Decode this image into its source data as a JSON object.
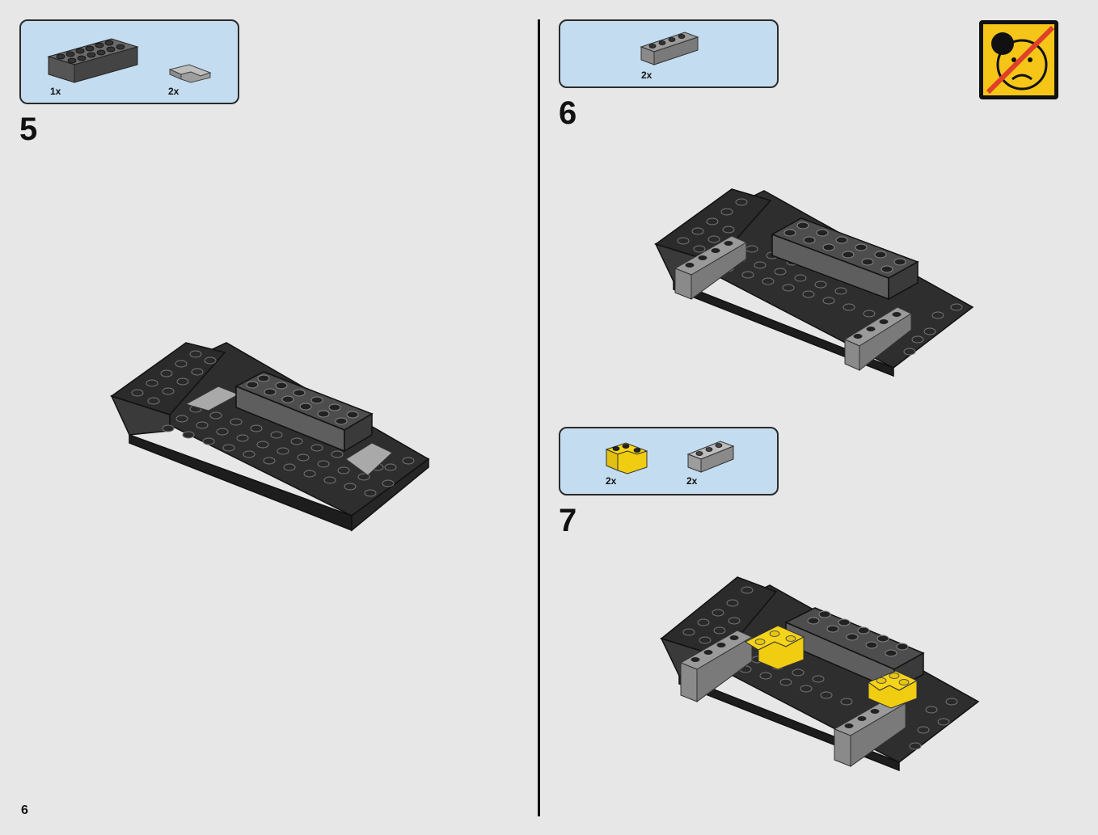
{
  "page_number": "6",
  "steps": [
    {
      "number": "5",
      "parts": [
        {
          "name": "dark-grey-brick-2x6",
          "qty": "1x"
        },
        {
          "name": "light-grey-corner-plate",
          "qty": "2x"
        }
      ]
    },
    {
      "number": "6",
      "parts": [
        {
          "name": "light-grey-brick-1x4",
          "qty": "2x"
        }
      ]
    },
    {
      "number": "7",
      "parts": [
        {
          "name": "yellow-corner-brick",
          "qty": "2x"
        },
        {
          "name": "light-grey-brick-1x3",
          "qty": "2x"
        }
      ]
    }
  ],
  "warning_icon": "no-small-parts-choking-hazard-icon",
  "colors": {
    "callout_bg": "#c3dcf0",
    "dark_grey_brick": "#4b4b4b",
    "black_plate": "#2a2a2a",
    "light_grey": "#9a9a9a",
    "yellow": "#f6d417",
    "warning_bg": "#f5c518",
    "warning_slash": "#e0402a"
  }
}
